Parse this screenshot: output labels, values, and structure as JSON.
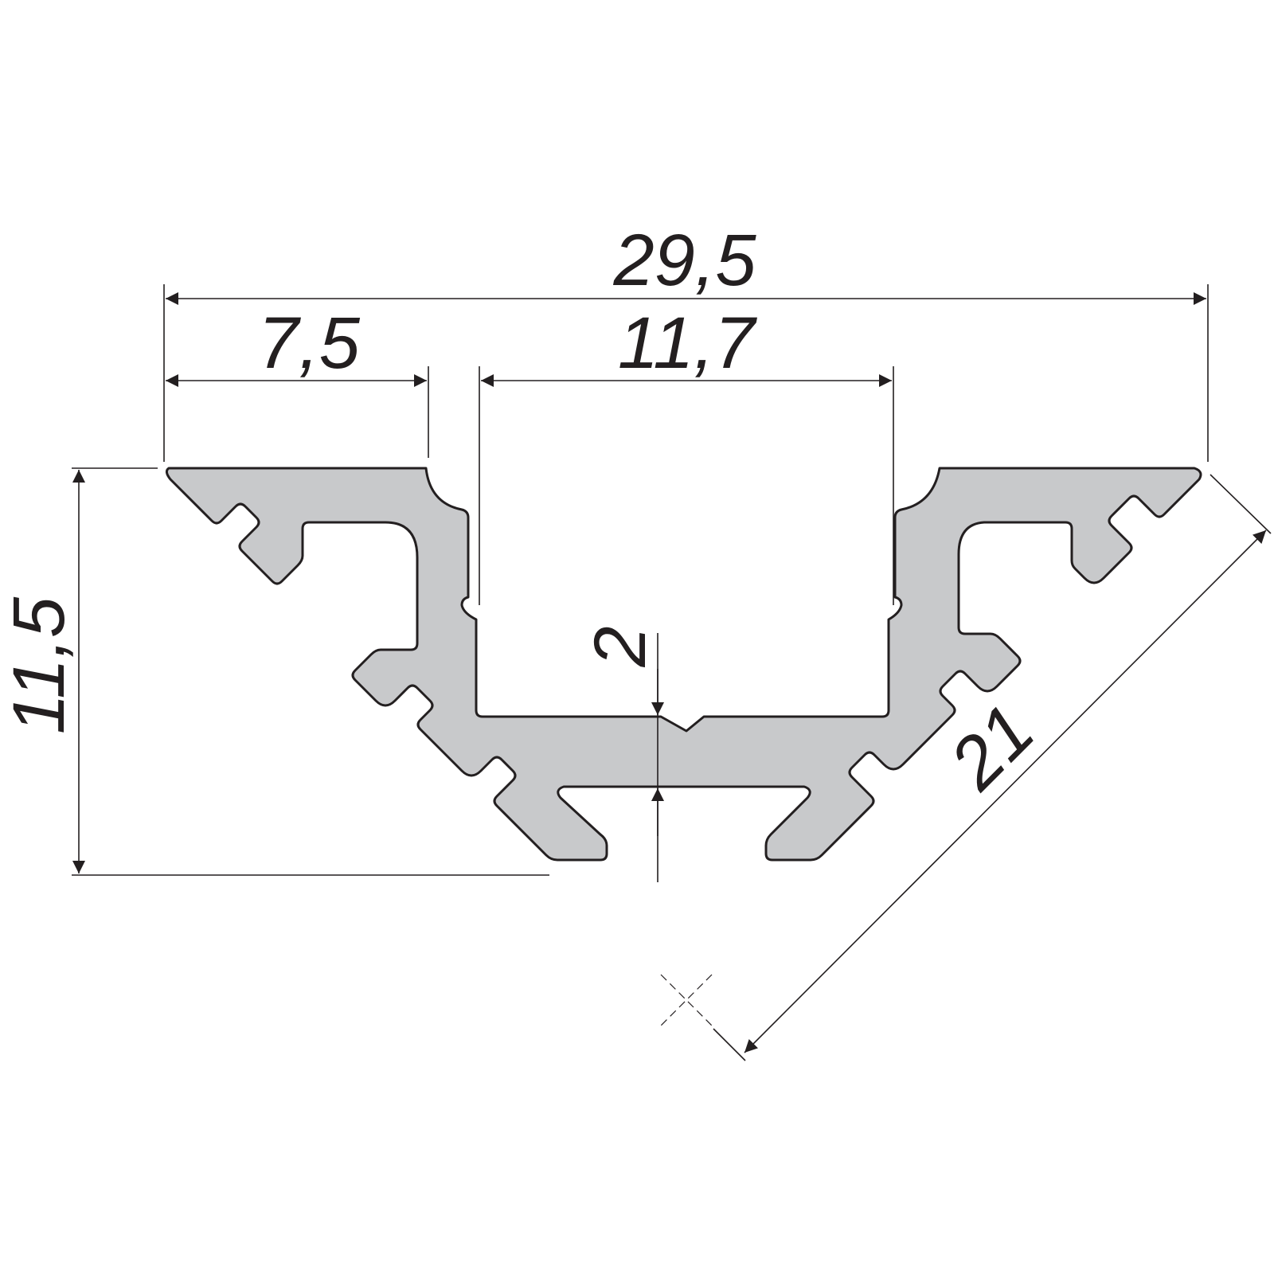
{
  "dimensions": {
    "overall_width": "29,5",
    "flange_width": "7,5",
    "channel_width": "11,7",
    "height": "11,5",
    "base_thickness": "2",
    "diagonal": "21"
  },
  "colors": {
    "profile_fill": "#c8c9cb",
    "outline": "#231f20",
    "background": "#ffffff"
  }
}
